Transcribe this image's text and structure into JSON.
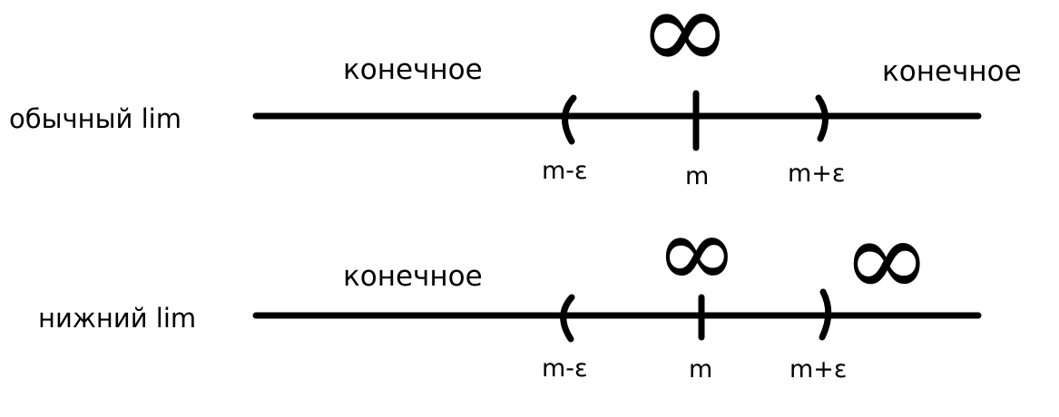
{
  "rows": [
    {
      "label": "обычный lim",
      "regions": {
        "left": "конечное",
        "right": "конечное"
      },
      "infinity": [
        "∞"
      ],
      "ticks": {
        "left": "m-ε",
        "center": "m",
        "right": "m+ε"
      }
    },
    {
      "label": "нижний lim",
      "regions": {
        "left": "конечное"
      },
      "infinity": [
        "∞",
        "∞"
      ],
      "ticks": {
        "left": "m-ε",
        "center": "m",
        "right": "m+ε"
      }
    }
  ]
}
